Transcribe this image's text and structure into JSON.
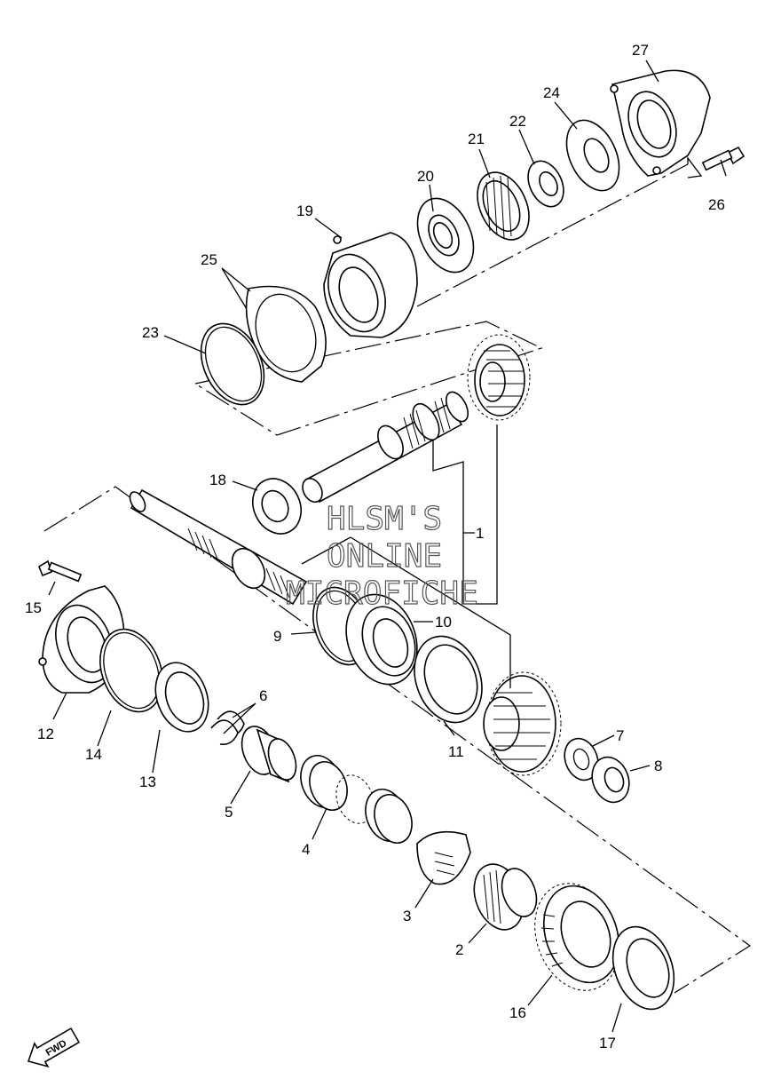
{
  "diagram": {
    "labels": {
      "p1": "1",
      "p2": "2",
      "p3": "3",
      "p4": "4",
      "p5": "5",
      "p6": "6",
      "p7": "7",
      "p8": "8",
      "p9": "9",
      "p10": "10",
      "p11": "11",
      "p12": "12",
      "p13": "13",
      "p14": "14",
      "p15": "15",
      "p16": "16",
      "p17": "17",
      "p18": "18",
      "p19": "19",
      "p20": "20",
      "p21": "21",
      "p22": "22",
      "p23": "23",
      "p24": "24",
      "p25": "25",
      "p26": "26",
      "p27": "27"
    },
    "watermark": {
      "line1": "HLSM'S",
      "line2": "ONLINE",
      "line3": "MICROFICHE"
    },
    "fwd_badge": "FWD"
  }
}
